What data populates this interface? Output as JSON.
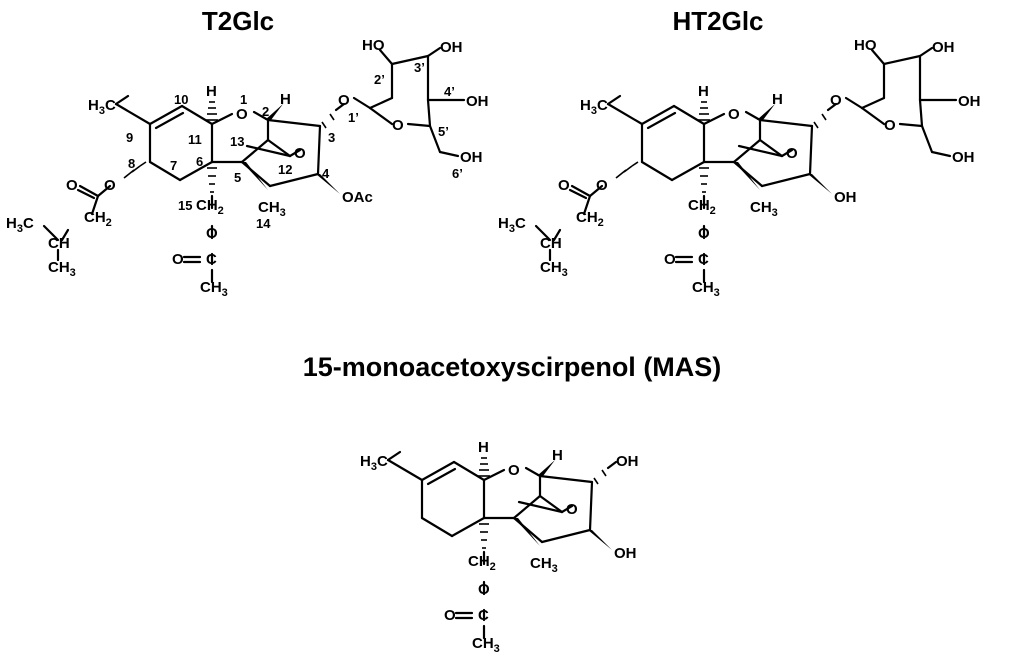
{
  "titles": {
    "t2glc": "T2Glc",
    "ht2glc": "HT2Glc",
    "mas": "15-monoacetoxyscirpenol (MAS)"
  },
  "atoms": {
    "H": "H",
    "O": "O",
    "OH": "OH",
    "HO": "HO",
    "OAc": "OAc",
    "C": "C",
    "CH": "CH",
    "CH2": "CH",
    "CH3": "CH",
    "H3C": "H",
    "sub2": "2",
    "sub3": "3",
    "C3": "C"
  },
  "numbering": {
    "n1": "1",
    "n2": "2",
    "n3": "3",
    "n4": "4",
    "n5": "5",
    "n6": "6",
    "n7": "7",
    "n8": "8",
    "n9": "9",
    "n10": "10",
    "n11": "11",
    "n12": "12",
    "n13": "13",
    "n14": "14",
    "n15": "15",
    "g1": "1’",
    "g2": "2’",
    "g3": "3’",
    "g4": "4’",
    "g5": "5’",
    "g6": "6’"
  }
}
